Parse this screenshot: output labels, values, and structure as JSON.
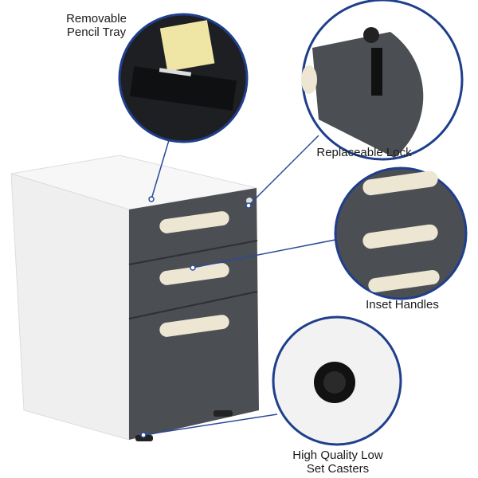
{
  "callouts": {
    "pencil_tray": "Removable Pencil Tray",
    "lock": "Replaceable Lock",
    "handles": "Inset Handles",
    "casters": "High Quality Low Set Casters"
  },
  "colors": {
    "circle_border": "#1f3f8c",
    "drawer_front": "#4b4e53",
    "cabinet_body": "#f3f3f3",
    "handle": "#ece6d2",
    "leader_line": "#2b4a99"
  }
}
